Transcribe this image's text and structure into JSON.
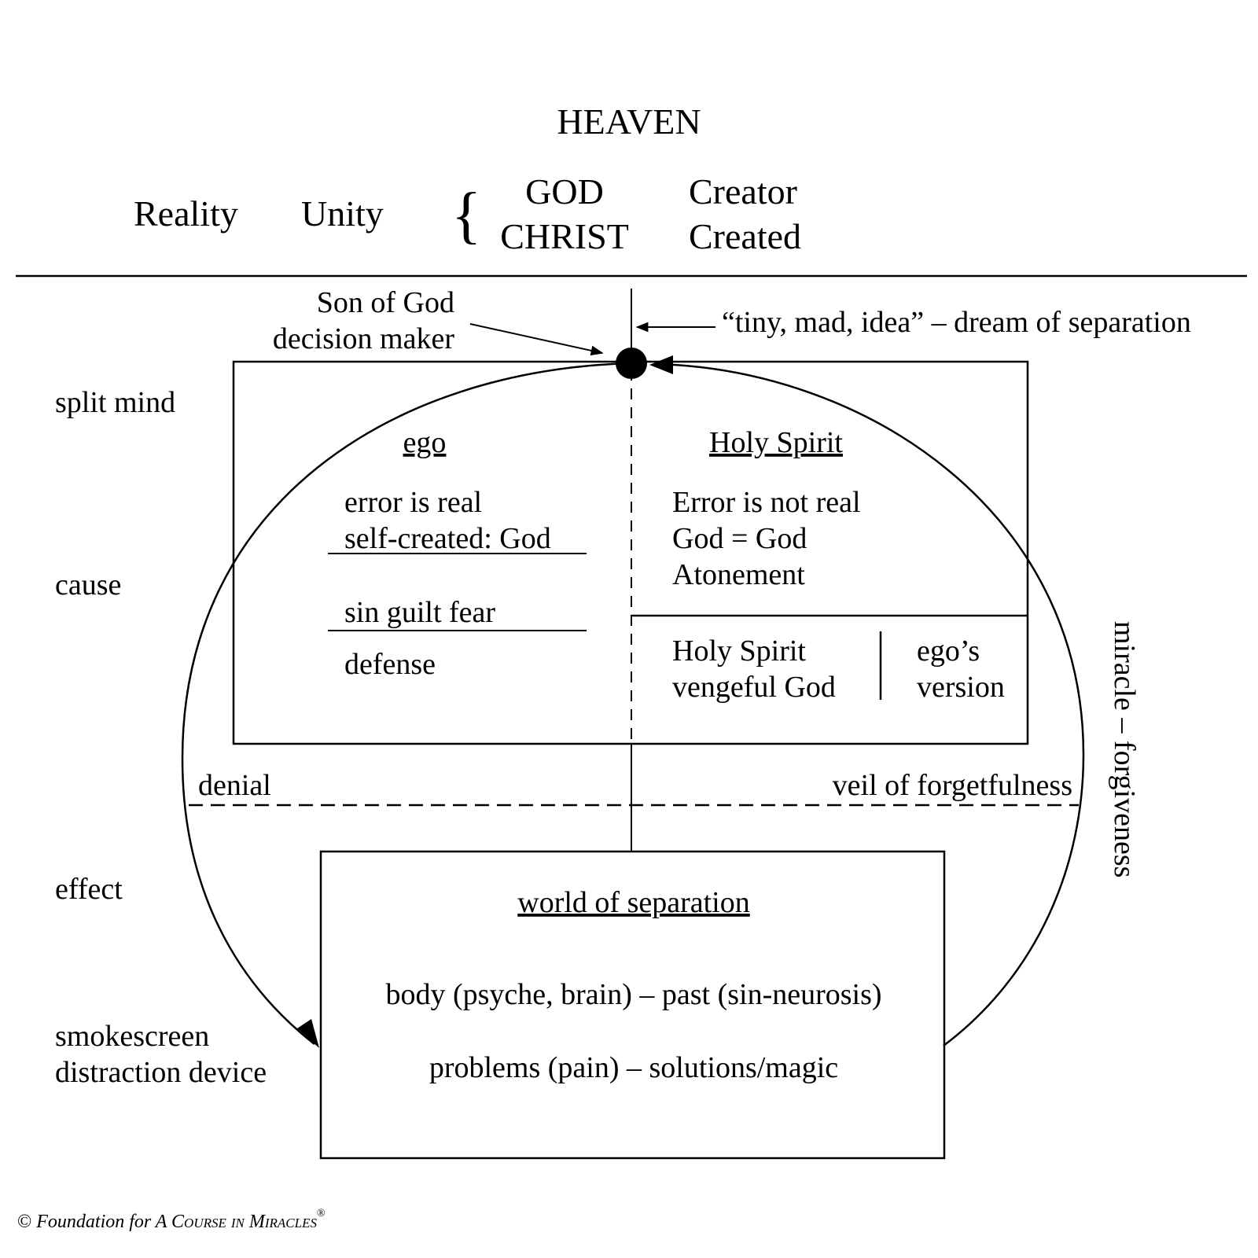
{
  "diagram": {
    "title": "HEAVEN",
    "heaven_row": {
      "reality": "Reality",
      "unity": "Unity",
      "brace": "{",
      "god": "GOD",
      "christ": "CHRIST",
      "creator": "Creator",
      "created": "Created"
    },
    "top_labels": {
      "son_of_god": "Son of God",
      "decision_maker": "decision maker",
      "tiny_mad_idea": "“tiny, mad, idea” – dream of separation"
    },
    "side_labels": {
      "split_mind": "split mind",
      "cause": "cause",
      "effect": "effect",
      "smokescreen": "smokescreen",
      "distraction_device": "distraction device"
    },
    "ego_panel": {
      "heading": "ego",
      "line1": "error is real",
      "line2": "self-created: God",
      "line3": "sin guilt fear",
      "line4": "defense"
    },
    "holy_spirit_panel": {
      "heading": "Holy Spirit",
      "line1": "Error is not real",
      "line2": "God = God",
      "line3": "Atonement"
    },
    "ego_version_panel": {
      "left1": "Holy Spirit",
      "left2": "vengeful God",
      "right1": "ego’s",
      "right2": "version"
    },
    "veil": {
      "denial": "denial",
      "veil_of_forgetfulness": "veil of forgetfulness"
    },
    "miracle_label": "miracle – forgiveness",
    "world_box": {
      "heading": "world of separation",
      "line1": "body (psyche, brain) – past (sin-neurosis)",
      "line2": "problems (pain) – solutions/magic"
    },
    "copyright": {
      "symbol": "©",
      "text_prefix": "Foundation for A ",
      "course": "Course in",
      "miracles": "Miracles",
      "registered": "®"
    }
  }
}
